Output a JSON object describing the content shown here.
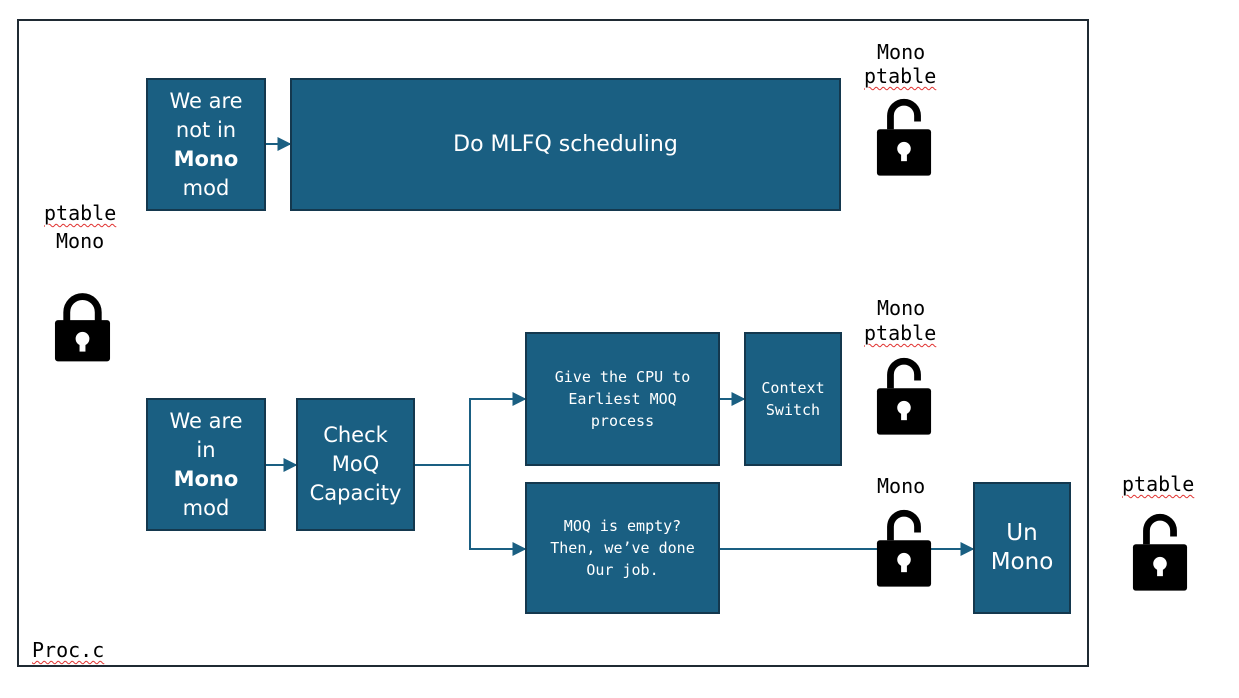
{
  "file_label": "Proc.c",
  "colors": {
    "box_fill": "#1a5f82",
    "box_border": "#14384e",
    "arrow": "#1a5f82",
    "spell_underline": "#e0312f"
  },
  "top_row": {
    "mode_box": {
      "line1": "We are",
      "line2": "not in",
      "bold": "Mono",
      "line4": "mod"
    },
    "action_box": "Do MLFQ scheduling",
    "lock_label_1": "Mono",
    "lock_label_2": "ptable",
    "lock_icon": "unlocked-padlock-icon"
  },
  "left_lock": {
    "label_1": "ptable",
    "label_2": "Mono",
    "icon": "locked-padlock-icon"
  },
  "bottom_row": {
    "mode_box": {
      "line1": "We are",
      "line2": "in",
      "bold": "Mono",
      "line4": "mod"
    },
    "check_box": "Check\nMoQ\nCapacity",
    "give_cpu_box": "Give the CPU to\nEarliest MOQ\nprocess",
    "context_switch_box": "Context\nSwitch",
    "empty_box": "MOQ is empty?\nThen, we’ve done\nOur job.",
    "unmono_box": "Un\nMono",
    "lock_upper_label_1": "Mono",
    "lock_upper_label_2": "ptable",
    "lock_lower_label": "Mono",
    "right_label": "ptable",
    "lock_icon": "unlocked-padlock-icon"
  }
}
